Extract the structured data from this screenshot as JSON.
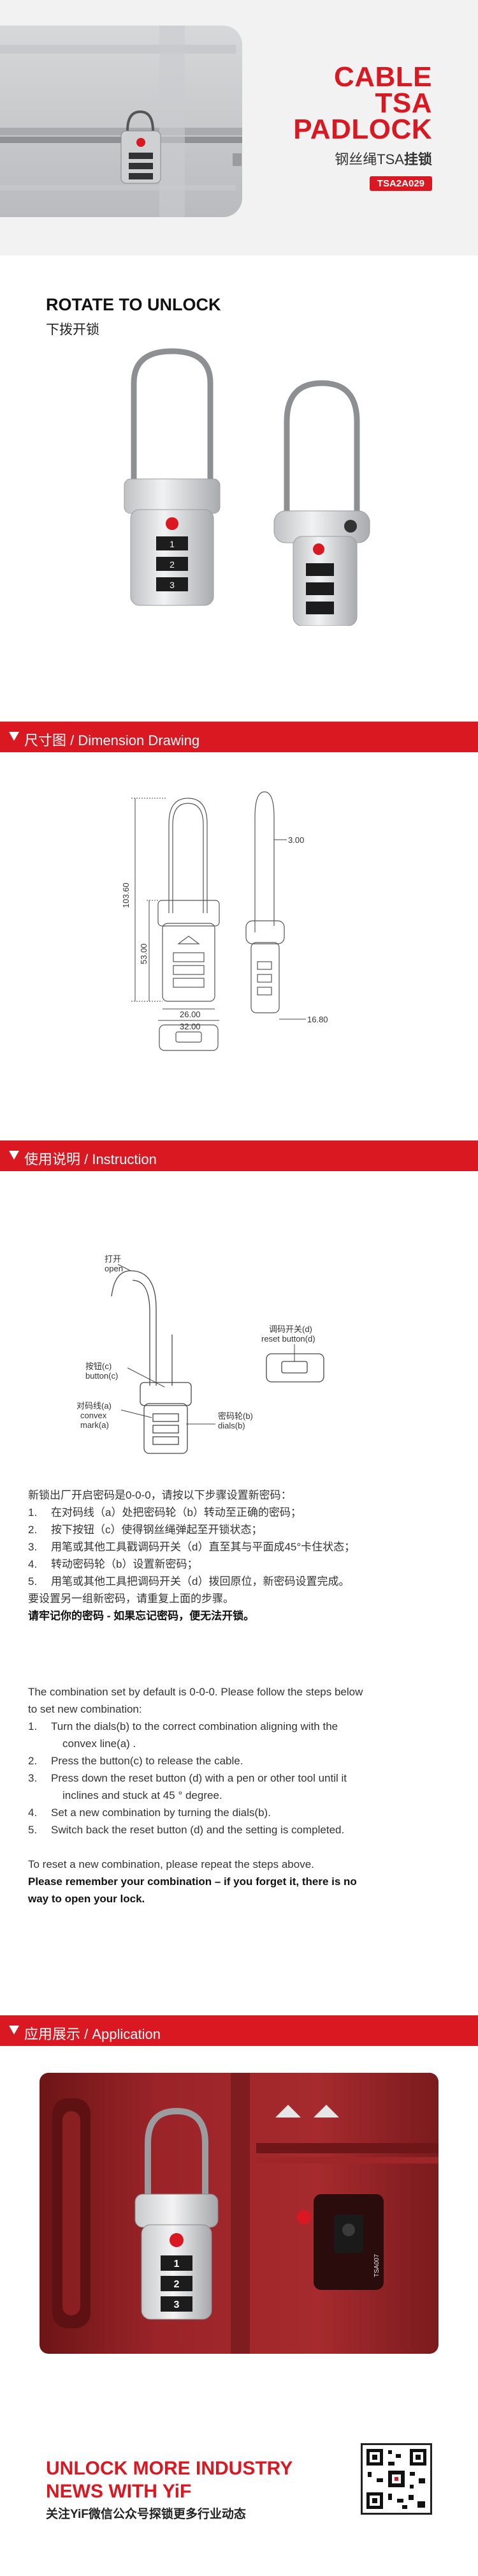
{
  "hero": {
    "title_lines": [
      "CABLE",
      "TSA",
      "PADLOCK"
    ],
    "subtitle_prefix": "钢丝绳TSA",
    "subtitle_bold": "挂锁",
    "model_tag": "TSA2A029"
  },
  "rotate": {
    "title": "ROTATE TO UNLOCK",
    "subtitle": "下拨开锁"
  },
  "sections": {
    "dimension": "尺寸图 / Dimension Drawing",
    "instruction": "使用说明 / Instruction",
    "application": "应用展示 / Application"
  },
  "dimension_labels": {
    "height_total": "103.60",
    "height_body": "53.00",
    "cable_dia": "3.00",
    "width_body": "26.00",
    "width_total": "32.00",
    "depth": "16.80"
  },
  "instruction_labels": {
    "open": "打开\nopen",
    "button": "按钮(c)\nbutton(c)",
    "convex": "对码线(a)\nconvex\nmark(a)",
    "dials": "密码轮(b)\ndials(b)",
    "reset": "调码开关(d)\nreset button(d)"
  },
  "cn_text": {
    "intro": "新锁出厂开启密码是0-0-0，请按以下步骤设置新密码：",
    "steps": [
      "在对码线（a）处把密码轮（b）转动至正确的密码；",
      "按下按钮（c）使得钢丝绳弹起至开锁状态；",
      "用笔或其他工具戳调码开关（d）直至其与平面成45°卡住状态；",
      "转动密码轮（b）设置新密码；",
      "用笔或其他工具把调码开关（d）拨回原位，新密码设置完成。"
    ],
    "reset_note": "要设置另一组新密码，请重复上面的步骤。",
    "warning": "请牢记你的密码 - 如果忘记密码，便无法开锁。"
  },
  "en_text": {
    "intro_1": "The combination set by default is 0-0-0. Please follow the steps below",
    "intro_2": "to set new combination:",
    "steps": [
      [
        "Turn the dials(b) to the correct combination aligning with the",
        "convex line(a) ."
      ],
      [
        "Press the button(c)  to release the cable."
      ],
      [
        "Press down the reset button (d) with a pen or other tool until it",
        "inclines and stuck at 45 ° degree."
      ],
      [
        "Set a new combination by turning the dials(b)."
      ],
      [
        "Switch back the reset button (d) and the setting is completed."
      ]
    ],
    "reset_note": "To reset a new combination, please repeat the steps above.",
    "warning_1": "Please remember your combination – if you forget it, there is no",
    "warning_2": "way to open your lock."
  },
  "lock_face": {
    "dial_digits": [
      "1",
      "2",
      "3"
    ],
    "tsa_mark": "TSA007"
  },
  "footer": {
    "title_line1": "UNLOCK MORE INDUSTRY",
    "title_line2": "NEWS WITH YiF",
    "subtitle": "关注YiF微信公众号探锁更多行业动态"
  },
  "colors": {
    "brand_red": "#d91822",
    "suitcase_red": "#8a1f22"
  }
}
